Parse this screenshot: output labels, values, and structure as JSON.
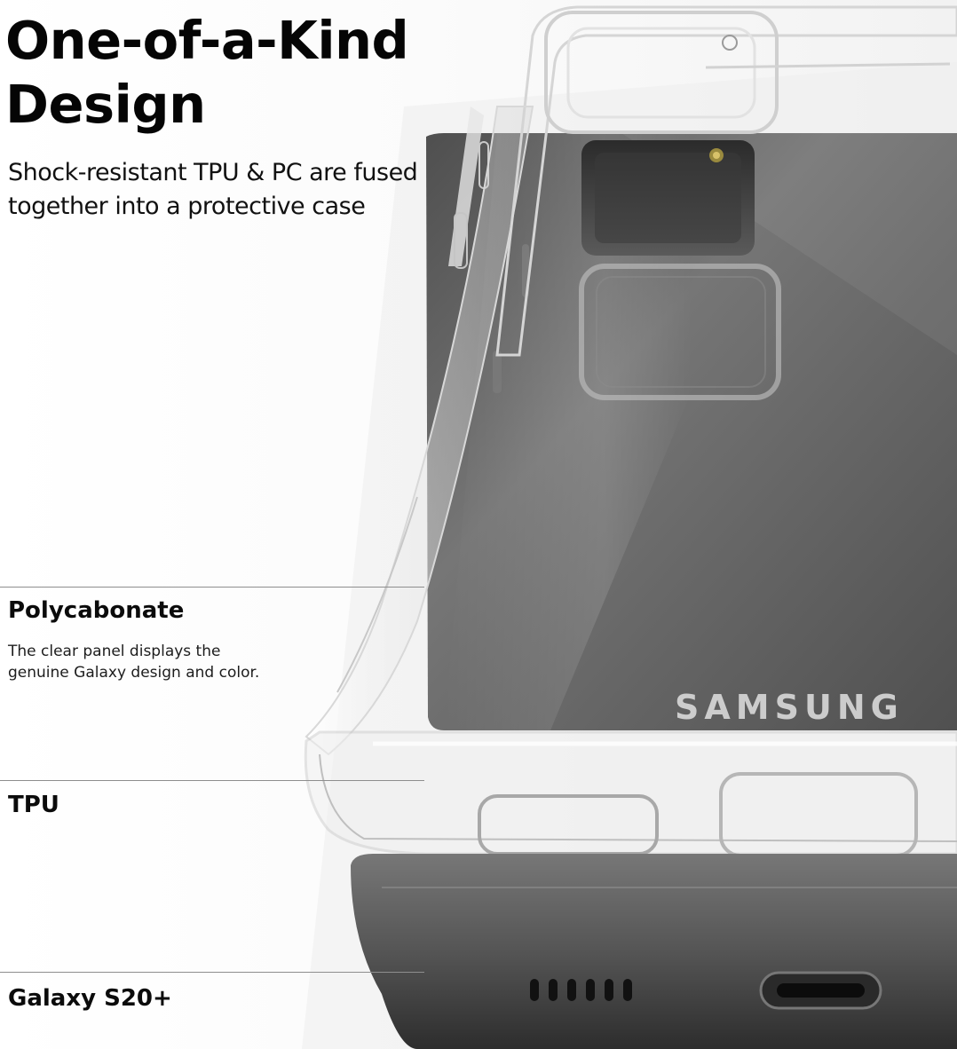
{
  "headline": {
    "line1": "One-of-a-Kind",
    "line2": "Design"
  },
  "subheadline": {
    "line1": "Shock-resistant TPU & PC are fused",
    "line2": "together into a protective case"
  },
  "features": [
    {
      "title": "Polycabonate",
      "description": [
        "The clear panel displays the",
        "genuine Galaxy design and color."
      ]
    },
    {
      "title": "TPU"
    },
    {
      "title": "Galaxy S20+"
    }
  ],
  "product": {
    "brand_on_phone": "SAMSUNG",
    "phone_color": "#6f6f6f",
    "case_color": "#ffffff"
  }
}
